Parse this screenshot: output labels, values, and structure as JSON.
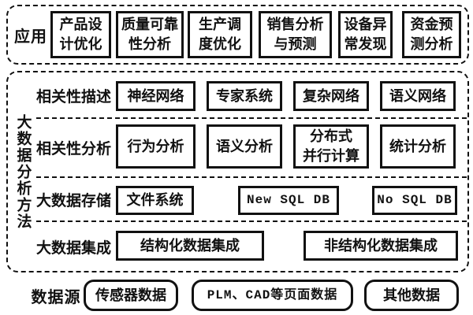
{
  "colors": {
    "line": "#111111",
    "background": "#ffffff",
    "text": "#111111"
  },
  "top_section": {
    "label": "应用",
    "boxes": [
      "产品设\n计优化",
      "质量可靠\n性分析",
      "生产调\n度优化",
      "销售分析\n与预测",
      "设备异\n常发现",
      "资金预\n测分析"
    ]
  },
  "middle_section": {
    "vertical_label": "大数据分析方法",
    "rows": [
      {
        "label": "相关性描述",
        "boxes": [
          "神经网络",
          "专家系统",
          "复杂网络",
          "语义网络"
        ]
      },
      {
        "label": "相关性分析",
        "boxes": [
          "行为分析",
          "语义分析",
          "分布式\n并行计算",
          "统计分析"
        ]
      },
      {
        "label": "大数据存储",
        "boxes": [
          "文件系统",
          "New SQL DB",
          "No SQL DB"
        ]
      },
      {
        "label": "大数据集成",
        "boxes": [
          "结构化数据集成",
          "非结构化数据集成"
        ]
      }
    ]
  },
  "bottom_section": {
    "label": "数据源",
    "boxes": [
      "传感器数据",
      "PLM、CAD等页面数据",
      "其他数据"
    ]
  }
}
